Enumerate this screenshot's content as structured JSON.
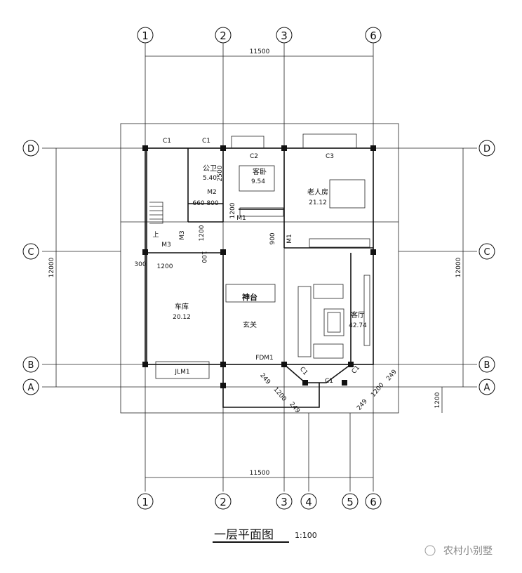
{
  "axes": {
    "top": [
      "1",
      "2",
      "3",
      "6"
    ],
    "bottom": [
      "1",
      "2",
      "3",
      "4",
      "5",
      "6"
    ],
    "left": [
      "D",
      "C",
      "B",
      "A"
    ],
    "right": [
      "D",
      "C",
      "B",
      "A"
    ]
  },
  "dimensions": {
    "top_total": "11500",
    "bottom_total": "11500",
    "left_total": "12000",
    "right_total": "12000",
    "right_extension": "1200",
    "bath_height": "2500",
    "bath_w1": "660",
    "bath_w2": "800",
    "door_m1": "1200",
    "door_m3": "1200",
    "door_900": "900",
    "garage_offset": "300",
    "garage_door": "1200",
    "small_100": "100",
    "porch_a": "249",
    "porch_b": "1200",
    "porch_c": "249",
    "bay_a": "249",
    "bay_b": "1200",
    "bay_c": "249"
  },
  "rooms": {
    "bath": {
      "name": "公卫",
      "area": "5.40"
    },
    "guest": {
      "name": "客卧",
      "area": "9.54"
    },
    "elder": {
      "name": "老人房",
      "area": "21.12"
    },
    "garage": {
      "name": "车库",
      "area": "20.12"
    },
    "foyer": {
      "name": "玄关"
    },
    "living": {
      "name": "客厅",
      "area": "42.74"
    },
    "shrine": {
      "name": "神台"
    }
  },
  "openings": {
    "c1_a": "C1",
    "c1_b": "C1",
    "c2": "C2",
    "c3": "C3",
    "m2": "M2",
    "m1_a": "M1",
    "m1_b": "M1",
    "m3_a": "M3",
    "m3_b": "M3",
    "fdm1": "FDM1",
    "jlm1": "JLM1",
    "c1_c": "C1",
    "c1_d": "C1",
    "c1_e": "C1",
    "stair_up": "上"
  },
  "title": "一层平面图",
  "scale": "1:100",
  "watermark": "农村小别墅"
}
